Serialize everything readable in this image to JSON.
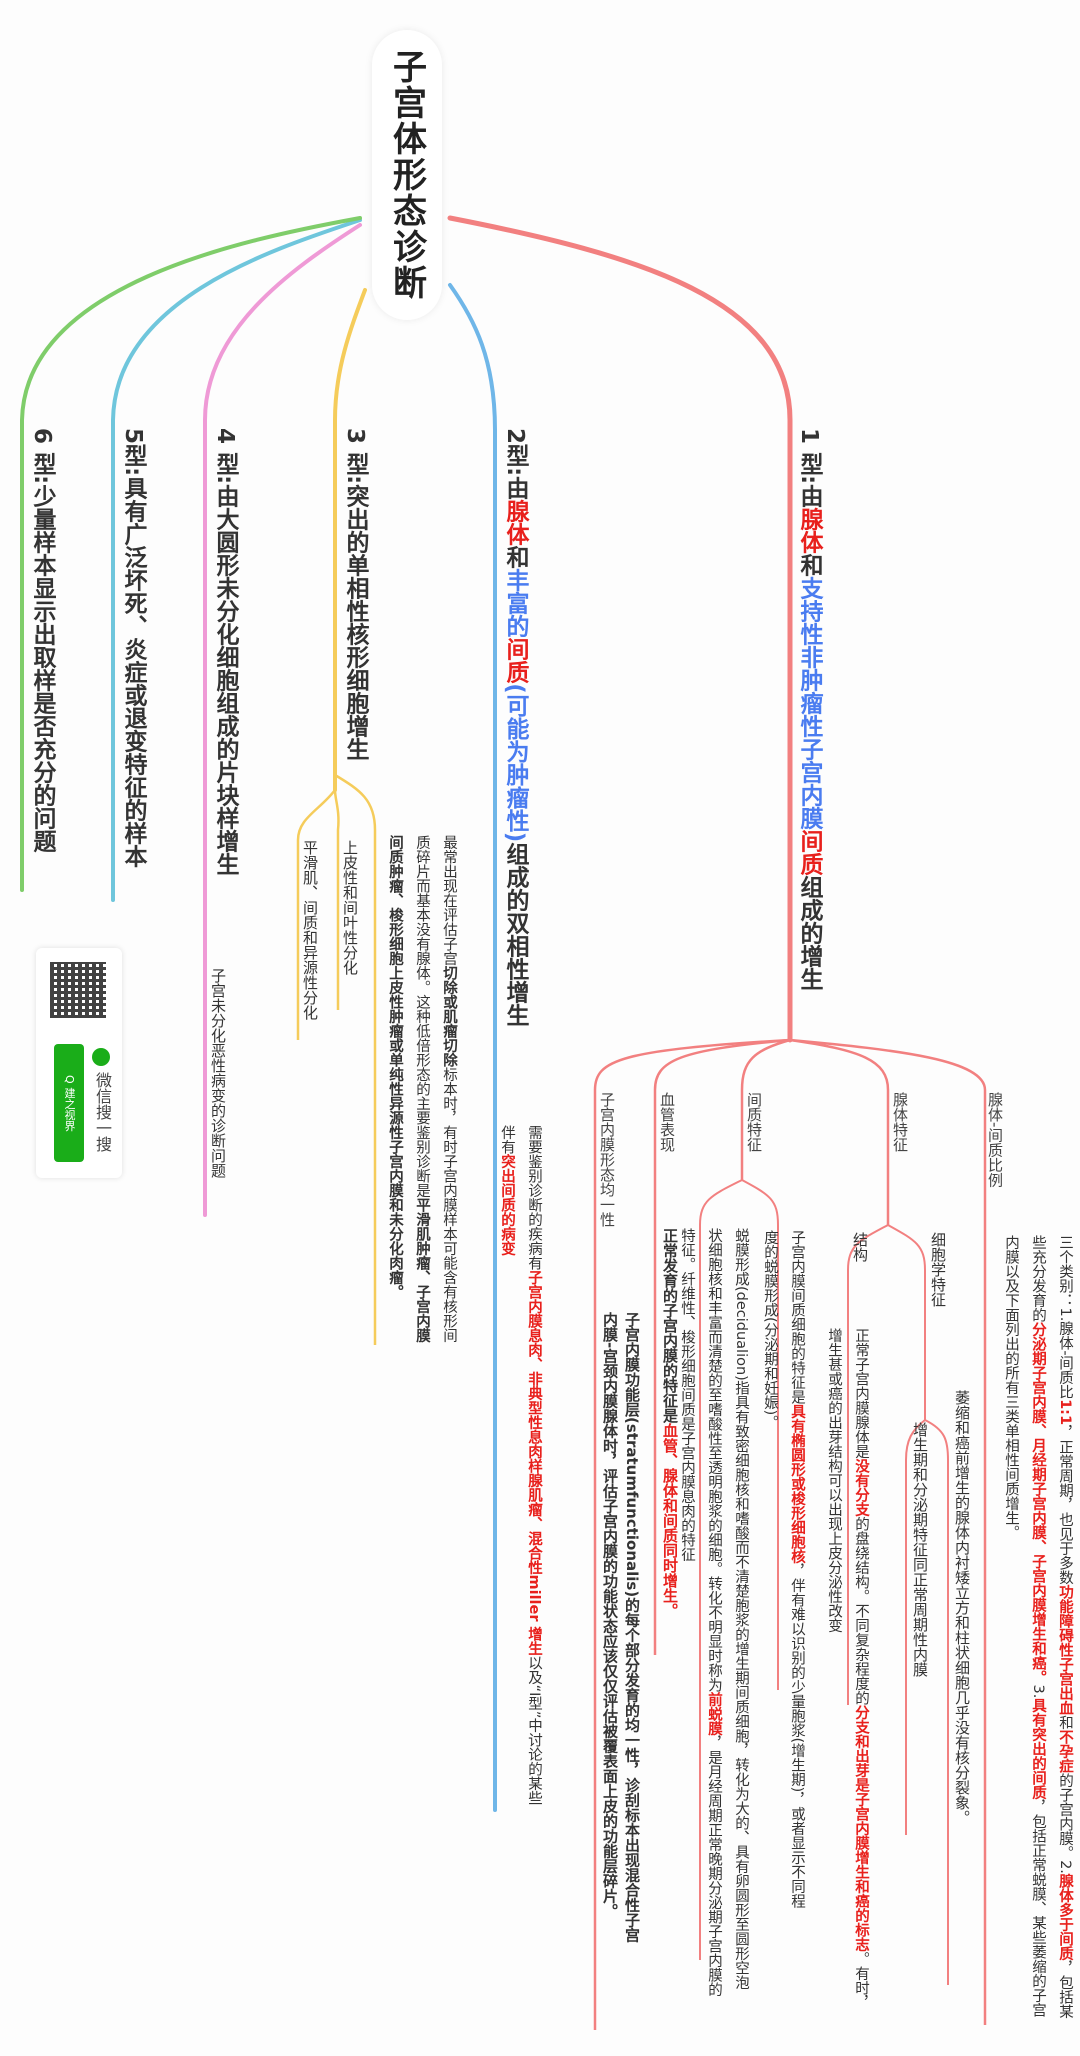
{
  "root": {
    "title": "子宫体形态诊断"
  },
  "branches": {
    "t1": {
      "p1": "1 型:由",
      "k1": "腺体",
      "p2": "和",
      "k2": "支持性非肿瘤性子宫内膜",
      "k3": "间质",
      "p3": "组成的增生",
      "children": {
        "ratio": {
          "label": "腺体-间质比例",
          "a": "三个类别：1.腺体-间质比",
          "b": "1:1",
          "c": "，正常周期，也见于多数",
          "d": "功能障碍性子宫出血",
          "e": "和",
          "f": "不孕症",
          "g": "的子宫内膜。2.",
          "h": "腺体多于间质",
          "i": "，包括某些充分发育的",
          "j": "分泌期子宫内膜、月经期子宫内膜、子宫内膜增生和癌。",
          "k": "3.",
          "l": "具有突出的间质",
          "m": "，包括正常蜕膜、某些萎缩的子宫内膜以及下面列出的所有三类单相性间质增生。"
        },
        "gland": {
          "label": "腺体特征",
          "cyto": {
            "label": "细胞学特征",
            "items": [
              "萎缩和癌前增生的腺体内衬矮立方和柱状细胞几乎没有核分裂象。",
              "增生期和分泌期特征同正常周期性内膜"
            ]
          },
          "struct": {
            "label": "结构",
            "a": "正常子宫内膜腺体是",
            "b": "没有分支",
            "c": "的盘绕结构。不同复杂程度的",
            "d": "分支和出芽是子宫内膜增生和癌的标志",
            "e": "。有时，增生甚或癌的出芽结构可以出现上皮分泌性改变"
          }
        },
        "stroma": {
          "label": "间质特征",
          "a": "子宫内膜间质细胞的特征是",
          "b": "具有椭圆形或梭形细胞核",
          "c": "，伴有难以识别的少量胞浆(增生期)，或者显示不同程度的蜕膜形成(分泌期和妊娠)。",
          "d": "蜕膜形成(decidualion)指具有致密细胞核和嗜酸而不清楚胞浆的增生期间质细胞，转化为大的、具有卵圆形至圆形空泡状细胞核和丰富而清楚的至嗜酸性至透明胞浆的细胞。转化不明显时称为",
          "e": "前蜕膜",
          "f": "，是月经周期正常晚期分泌期子宫内膜的特征。纤维性、梭形细胞间质是子宫内膜息肉的特征"
        },
        "vessel": {
          "label": "血管表现",
          "a": "正常发育的子宫内膜的特征是",
          "b": "血管、腺体和间质同时增生。"
        },
        "uniform": {
          "label": "子宫内膜形态均一性",
          "a": "子宫内膜功能层(stratumfunctionalis)的每个部分发育的均一性，诊刮标本出现混合性子宫",
          "b": "内膜-宫颈内膜腺体时，评估子宫内膜的功能状态应该仅仅评估被覆表面上皮的功能层碎片。"
        }
      }
    },
    "t2": {
      "p1": "2型:由",
      "k1": "腺体",
      "p2": "和",
      "k2": "丰富的",
      "k3": "间质",
      "k4": "(可能为肿瘤性)",
      "p3": "组成的双相性增生",
      "child": {
        "a": "需要鉴别诊断的疾病有",
        "b": "子宫内膜息肉、非典型性息肉样腺肌瘤、混合性miller 增生",
        "c": "以",
        "d": "及“I型”中讨论的某些伴有",
        "e": "突出间质的病变"
      }
    },
    "t3": {
      "label": "3 型:突出的单相性核形细胞增生",
      "desc1a": "最常出现在评估子宫",
      "desc1b": "切除或肌瘤切除",
      "desc1c": "标本时，有时子宫内膜样本可能含有核形间质碎",
      "desc2a": "片而基本没有腺体。这种低倍形态的主要鉴别诊断是",
      "desc2b": "平滑肌肿瘤、子宫内膜间质肿",
      "desc3": "瘤、梭形细胞上皮性肿瘤或单纯性异源性子宫内膜和未分化肉瘤。",
      "items": [
        "上皮性和间叶性分化",
        "平滑肌、间质和异源性分化"
      ]
    },
    "t4": {
      "label": "4 型:由大圆形未分化细胞组成的片块样增生",
      "child": "子宫未分化恶性病变的诊断问题"
    },
    "t5": {
      "label": "5型:具有广泛坏死、炎症或退变特征的样本"
    },
    "t6": {
      "label": "6 型:少量样本显示出取样是否充分的问题"
    }
  },
  "wechat": {
    "title": "微信搜一搜",
    "button": "Q 建之视界"
  },
  "colors": {
    "t1": "#f28080",
    "t2": "#6fb6e8",
    "t3": "#f5cc5b",
    "t4": "#ef9ad6",
    "t5": "#6fc6dc",
    "t6": "#7fcd6a",
    "red": "#e8201c",
    "blue": "#4a7cf0"
  }
}
